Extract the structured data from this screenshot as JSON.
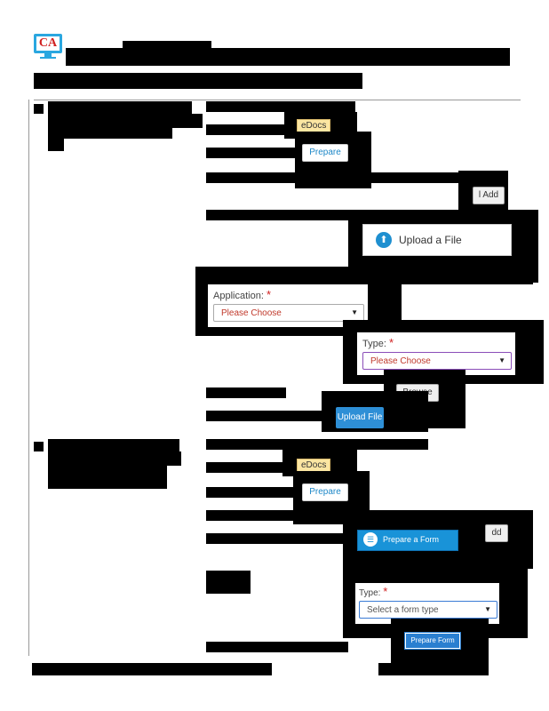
{
  "logo": {
    "text": "CA"
  },
  "section1": {
    "edocs_label": "eDocs",
    "prepare_label": "Prepare",
    "add_label": "l Add",
    "upload_label": "Upload a File",
    "application": {
      "label": "Application:",
      "required": "*",
      "value": "Please Choose"
    },
    "type": {
      "label": "Type:",
      "required": "*",
      "value": "Please Choose"
    },
    "browse_label": "Browse",
    "upload_file_label": "Upload File"
  },
  "section2": {
    "edocs_label": "eDocs",
    "prepare_label": "Prepare",
    "add_label": "dd",
    "prepare_form_label": "Prepare a Form",
    "type": {
      "label": "Type:",
      "required": "*",
      "value": "Select a form type"
    },
    "prepare_form_small_label": "Prepare Form"
  }
}
